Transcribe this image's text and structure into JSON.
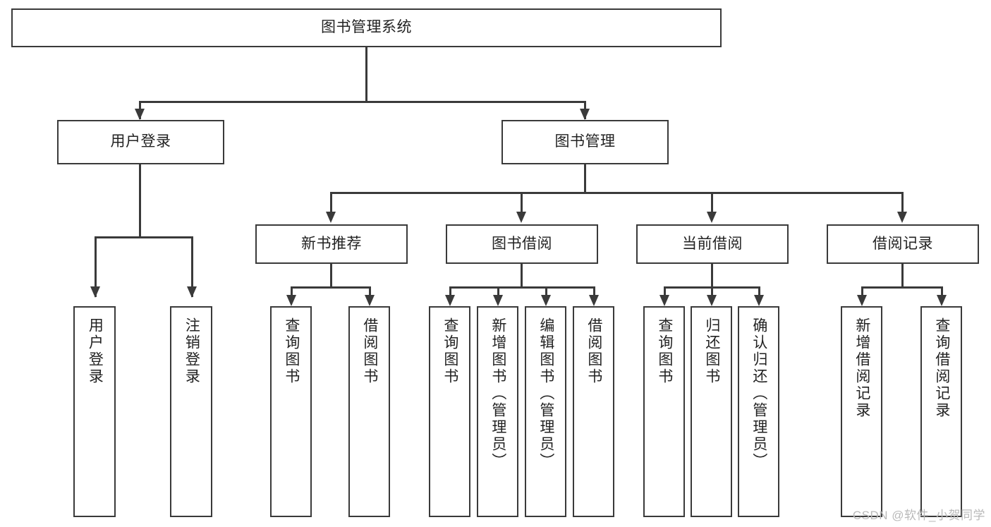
{
  "diagram": {
    "type": "tree",
    "title": "图书管理系统",
    "root": {
      "id": "root",
      "label": "图书管理系统"
    },
    "level2": [
      {
        "id": "user-login",
        "label": "用户登录"
      },
      {
        "id": "book-manage",
        "label": "图书管理"
      }
    ],
    "level3": [
      {
        "id": "new-book-recommend",
        "label": "新书推荐",
        "parent": "book-manage"
      },
      {
        "id": "book-borrow",
        "label": "图书借阅",
        "parent": "book-manage"
      },
      {
        "id": "current-borrow",
        "label": "当前借阅",
        "parent": "book-manage"
      },
      {
        "id": "borrow-record",
        "label": "借阅记录",
        "parent": "book-manage"
      }
    ],
    "leaves": [
      {
        "id": "leaf-user-login",
        "label": "用户登录",
        "parent": "user-login"
      },
      {
        "id": "leaf-user-logout",
        "label": "注销登录",
        "parent": "user-login"
      },
      {
        "id": "leaf-query-book-1",
        "label": "查询图书",
        "parent": "new-book-recommend"
      },
      {
        "id": "leaf-borrow-book-1",
        "label": "借阅图书",
        "parent": "new-book-recommend"
      },
      {
        "id": "leaf-query-book-2",
        "label": "查询图书",
        "parent": "book-borrow"
      },
      {
        "id": "leaf-add-book",
        "label": "新增图书（管理员）",
        "parent": "book-borrow"
      },
      {
        "id": "leaf-edit-book",
        "label": "编辑图书（管理员）",
        "parent": "book-borrow"
      },
      {
        "id": "leaf-borrow-book-2",
        "label": "借阅图书",
        "parent": "book-borrow"
      },
      {
        "id": "leaf-query-book-3",
        "label": "查询图书",
        "parent": "current-borrow"
      },
      {
        "id": "leaf-return-book",
        "label": "归还图书",
        "parent": "current-borrow"
      },
      {
        "id": "leaf-confirm-return",
        "label": "确认归还（管理员）",
        "parent": "current-borrow"
      },
      {
        "id": "leaf-add-record",
        "label": "新增借阅记录",
        "parent": "borrow-record"
      },
      {
        "id": "leaf-query-record",
        "label": "查询借阅记录",
        "parent": "borrow-record"
      }
    ],
    "colors": {
      "stroke": "#3a3a3a",
      "fill": "#ffffff",
      "text": "#222222",
      "watermark": "#b9b9b9"
    }
  },
  "watermark": {
    "text": "CSDN @软件_小贺同学"
  }
}
